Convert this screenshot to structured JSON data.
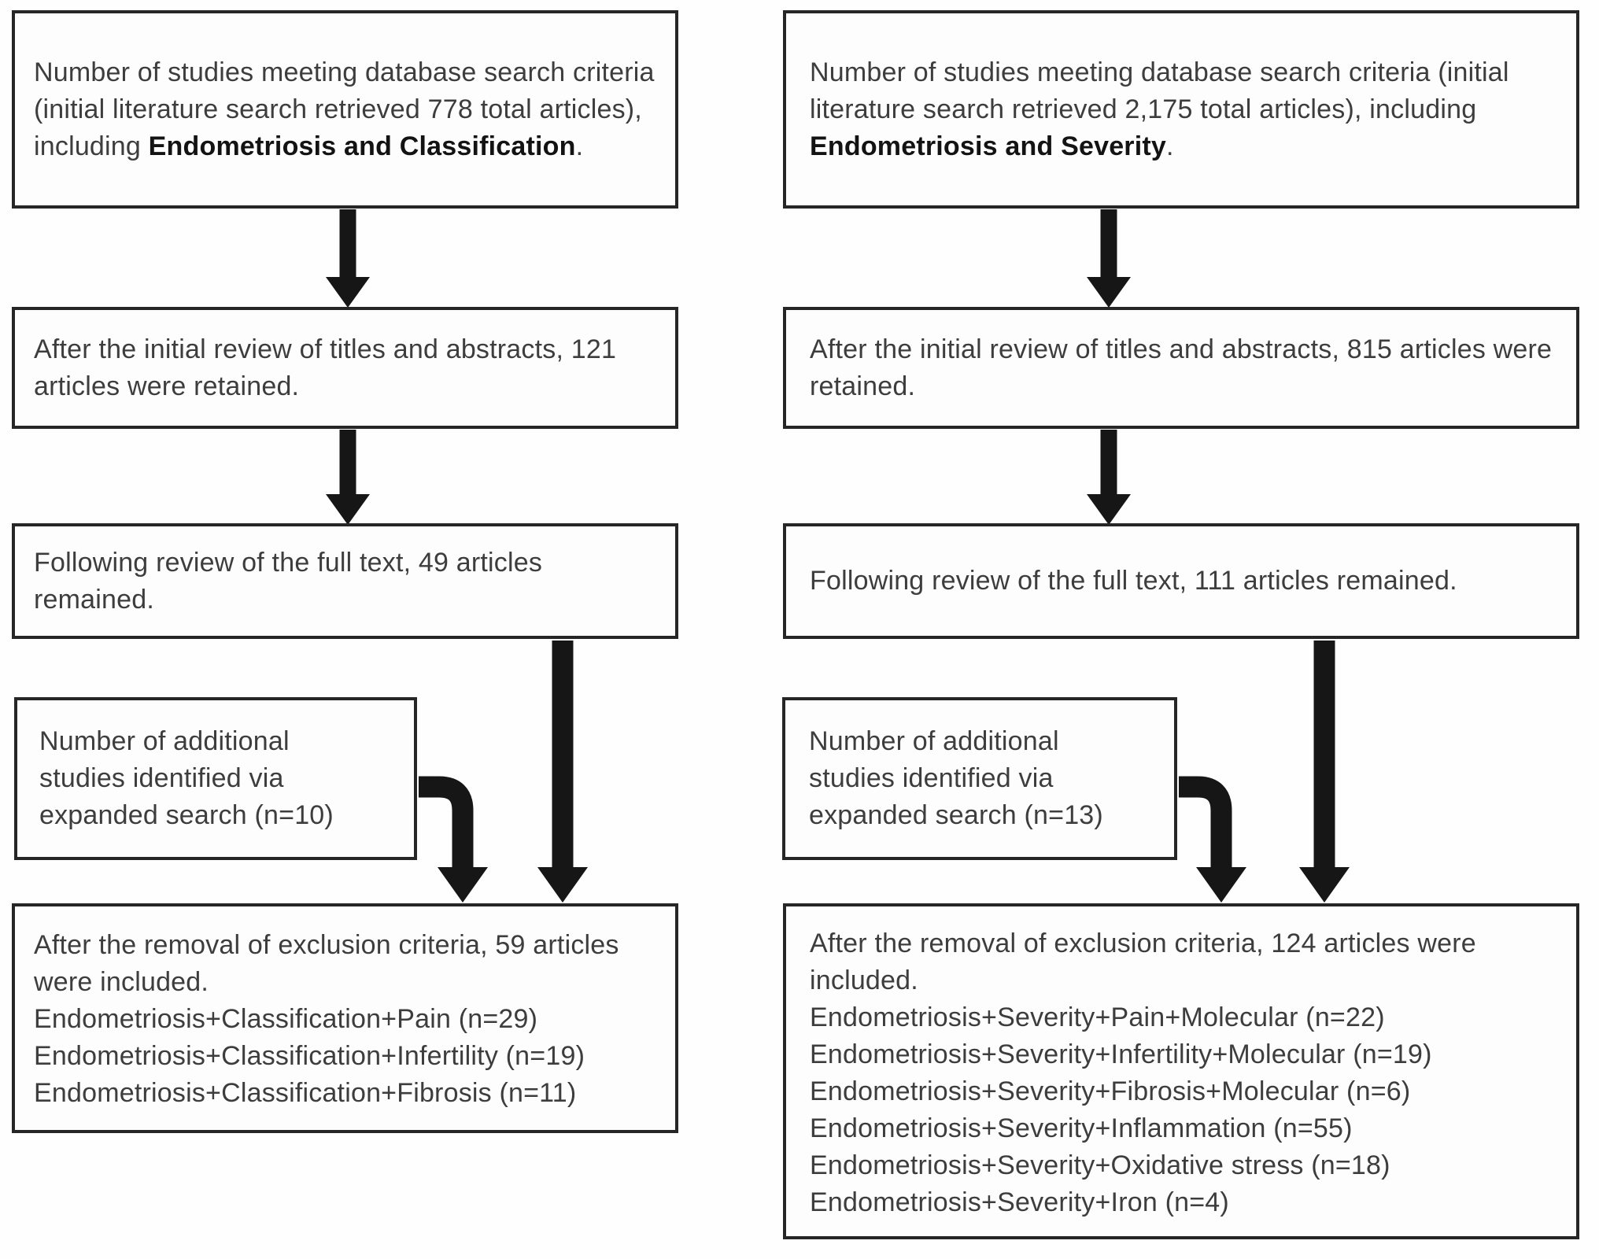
{
  "figure": {
    "background": "#fdfdfd",
    "border_color": "#262626",
    "text_color": "#3d3d3d",
    "bold_color": "#131313",
    "arrow_color": "#161616"
  },
  "left_flow": {
    "box1": {
      "prefix": "Number of studies meeting database search criteria (initial literature search retrieved 778 total articles), including ",
      "bold": "Endometriosis and Classification",
      "suffix": "."
    },
    "box2": {
      "text": "After the initial review of titles and abstracts, 121 articles were retained."
    },
    "box3": {
      "text": "Following review of the full text, 49 articles remained."
    },
    "side_box": {
      "lines": [
        "Number of additional",
        "studies identified via",
        "expanded search (n=10)"
      ]
    },
    "box4": {
      "summary": "After the removal of exclusion criteria, 59 articles were included.",
      "queries": [
        "Endometriosis+Classification+Pain (n=29)",
        "Endometriosis+Classification+Infertility (n=19)",
        "Endometriosis+Classification+Fibrosis (n=11)"
      ]
    }
  },
  "right_flow": {
    "box1": {
      "prefix": "Number of studies meeting database search criteria (initial literature search retrieved 2,175 total articles), including ",
      "bold": "Endometriosis and Severity",
      "suffix": "."
    },
    "box2": {
      "text": "After the initial review of titles and abstracts, 815 articles were retained."
    },
    "box3": {
      "text": "Following review of the full text, 111 articles remained."
    },
    "side_box": {
      "lines": [
        "Number of additional",
        "studies identified via",
        "expanded search (n=13)"
      ]
    },
    "box4": {
      "summary": "After the removal of exclusion criteria, 124 articles were included.",
      "queries": [
        "Endometriosis+Severity+Pain+Molecular (n=22)",
        "Endometriosis+Severity+Infertility+Molecular (n=19)",
        "Endometriosis+Severity+Fibrosis+Molecular (n=6)",
        "Endometriosis+Severity+Inflammation (n=55)",
        "Endometriosis+Severity+Oxidative stress (n=18)",
        "Endometriosis+Severity+Iron (n=4)"
      ]
    }
  }
}
